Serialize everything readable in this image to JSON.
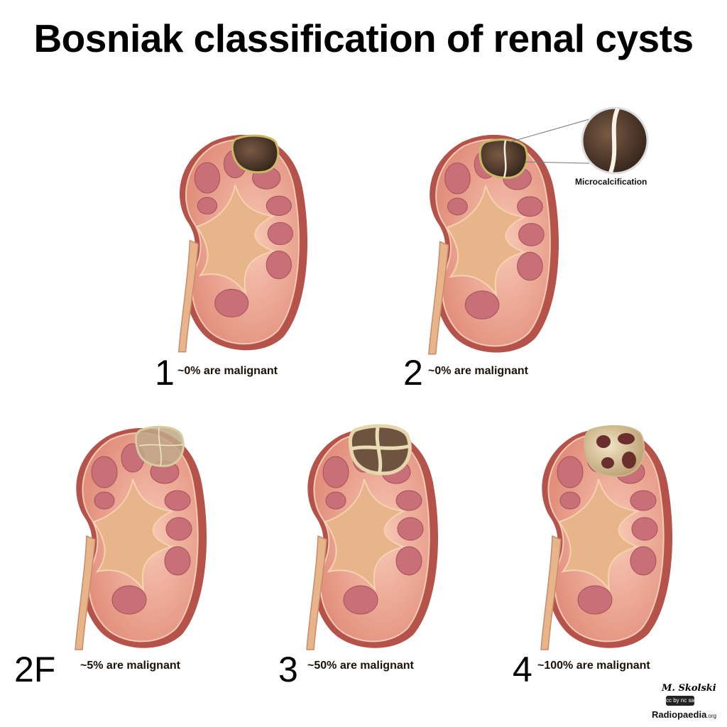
{
  "title": "Bosniak classification of renal cysts",
  "categories": [
    {
      "grade": "1",
      "malignancy": "~0% are malignant",
      "cyst": "simple-dark"
    },
    {
      "grade": "2",
      "malignancy": "~0% are malignant",
      "cyst": "microcalcification"
    },
    {
      "grade": "2F",
      "malignancy": "~5% are malignant",
      "cyst": "thin-septa"
    },
    {
      "grade": "3",
      "malignancy": "~50% are malignant",
      "cyst": "thick-septa"
    },
    {
      "grade": "4",
      "malignancy": "~100% are malignant",
      "cyst": "solid-enhancing"
    }
  ],
  "callout": {
    "label": "Microcalcification"
  },
  "credit": {
    "author": "M. Skolski",
    "license": "cc by nc sa",
    "site": "Radiopaedia",
    "site_suffix": ".org"
  },
  "colors": {
    "cortex": "#e9a08a",
    "medulla": "#c96f78",
    "sinus": "#e8b48a",
    "capsule": "#b5534a"
  }
}
